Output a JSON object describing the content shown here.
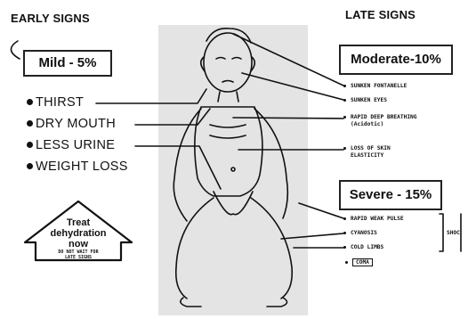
{
  "headings": {
    "early": "EARLY SIGNS",
    "late": "LATE SIGNS"
  },
  "mild_box": "Mild - 5%",
  "moderate_box": "Moderate-10%",
  "severe_box": "Severe - 15%",
  "early_signs": [
    "THIRST",
    "DRY MOUTH",
    "LESS URINE",
    "WEIGHT LOSS"
  ],
  "moderate_signs": [
    {
      "text": "SUNKEN FONTANELLE",
      "sub": ""
    },
    {
      "text": "SUNKEN EYES",
      "sub": ""
    },
    {
      "text": "RAPID DEEP BREATHING",
      "sub": "(Acidotic)"
    },
    {
      "text": "LOSS OF SKIN",
      "sub": "ELASTICITY"
    }
  ],
  "severe_signs": [
    "RAPID WEAK PULSE",
    "CYANOSIS",
    "COLD LIMBS"
  ],
  "shock_label": "SHOC",
  "coma_label": "COMA",
  "treat": {
    "line1": "Treat",
    "line2": "dehydration",
    "line3": "now",
    "note1": "DO NOT WAIT FOR",
    "note2": "LATE SIGNS"
  },
  "colors": {
    "ink": "#111111",
    "figure_bg": "#e4e4e4"
  }
}
